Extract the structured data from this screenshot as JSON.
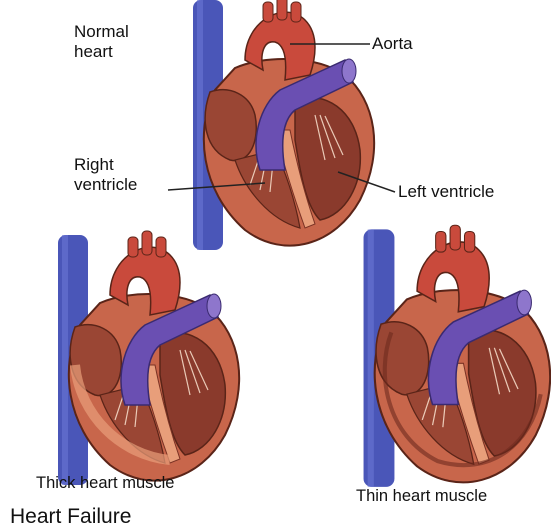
{
  "labels": {
    "normal_line1": "Normal",
    "normal_line2": "heart",
    "aorta": "Aorta",
    "right_ventricle_line1": "Right",
    "right_ventricle_line2": "ventricle",
    "left_ventricle": "Left ventricle"
  },
  "captions": {
    "thick": "Thick heart muscle",
    "thin": "Thin heart muscle"
  },
  "title": "Heart Failure",
  "colors": {
    "heart_muscle": "#c8664b",
    "muscle_inner": "#e89e7a",
    "chamber": "#8a3a2c",
    "vein_blue": "#4a56b8",
    "vessel_purple": "#6a4fb2",
    "aorta_red": "#c94a3c"
  }
}
